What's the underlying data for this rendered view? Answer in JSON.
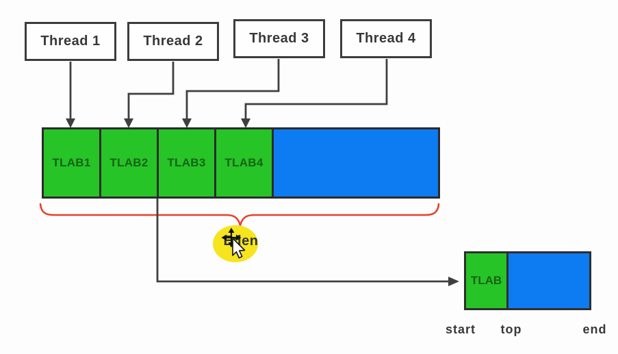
{
  "colors": {
    "green": "#27c427",
    "blue": "#0d7bf2",
    "red": "#e9402e",
    "yellow": "#f6e41f",
    "line": "#3f3f3f",
    "tlabText": "#156315"
  },
  "threads": [
    {
      "label": "Thread 1"
    },
    {
      "label": "Thread 2"
    },
    {
      "label": "Thread 3"
    },
    {
      "label": "Thread 4"
    }
  ],
  "eden": {
    "label": "Eden",
    "segments": [
      {
        "label": "TLAB1"
      },
      {
        "label": "TLAB2"
      },
      {
        "label": "TLAB3"
      },
      {
        "label": "TLAB4"
      }
    ]
  },
  "tlab_detail": {
    "label": "TLAB",
    "markers": [
      {
        "label": "start"
      },
      {
        "label": "top"
      },
      {
        "label": "end"
      }
    ]
  }
}
